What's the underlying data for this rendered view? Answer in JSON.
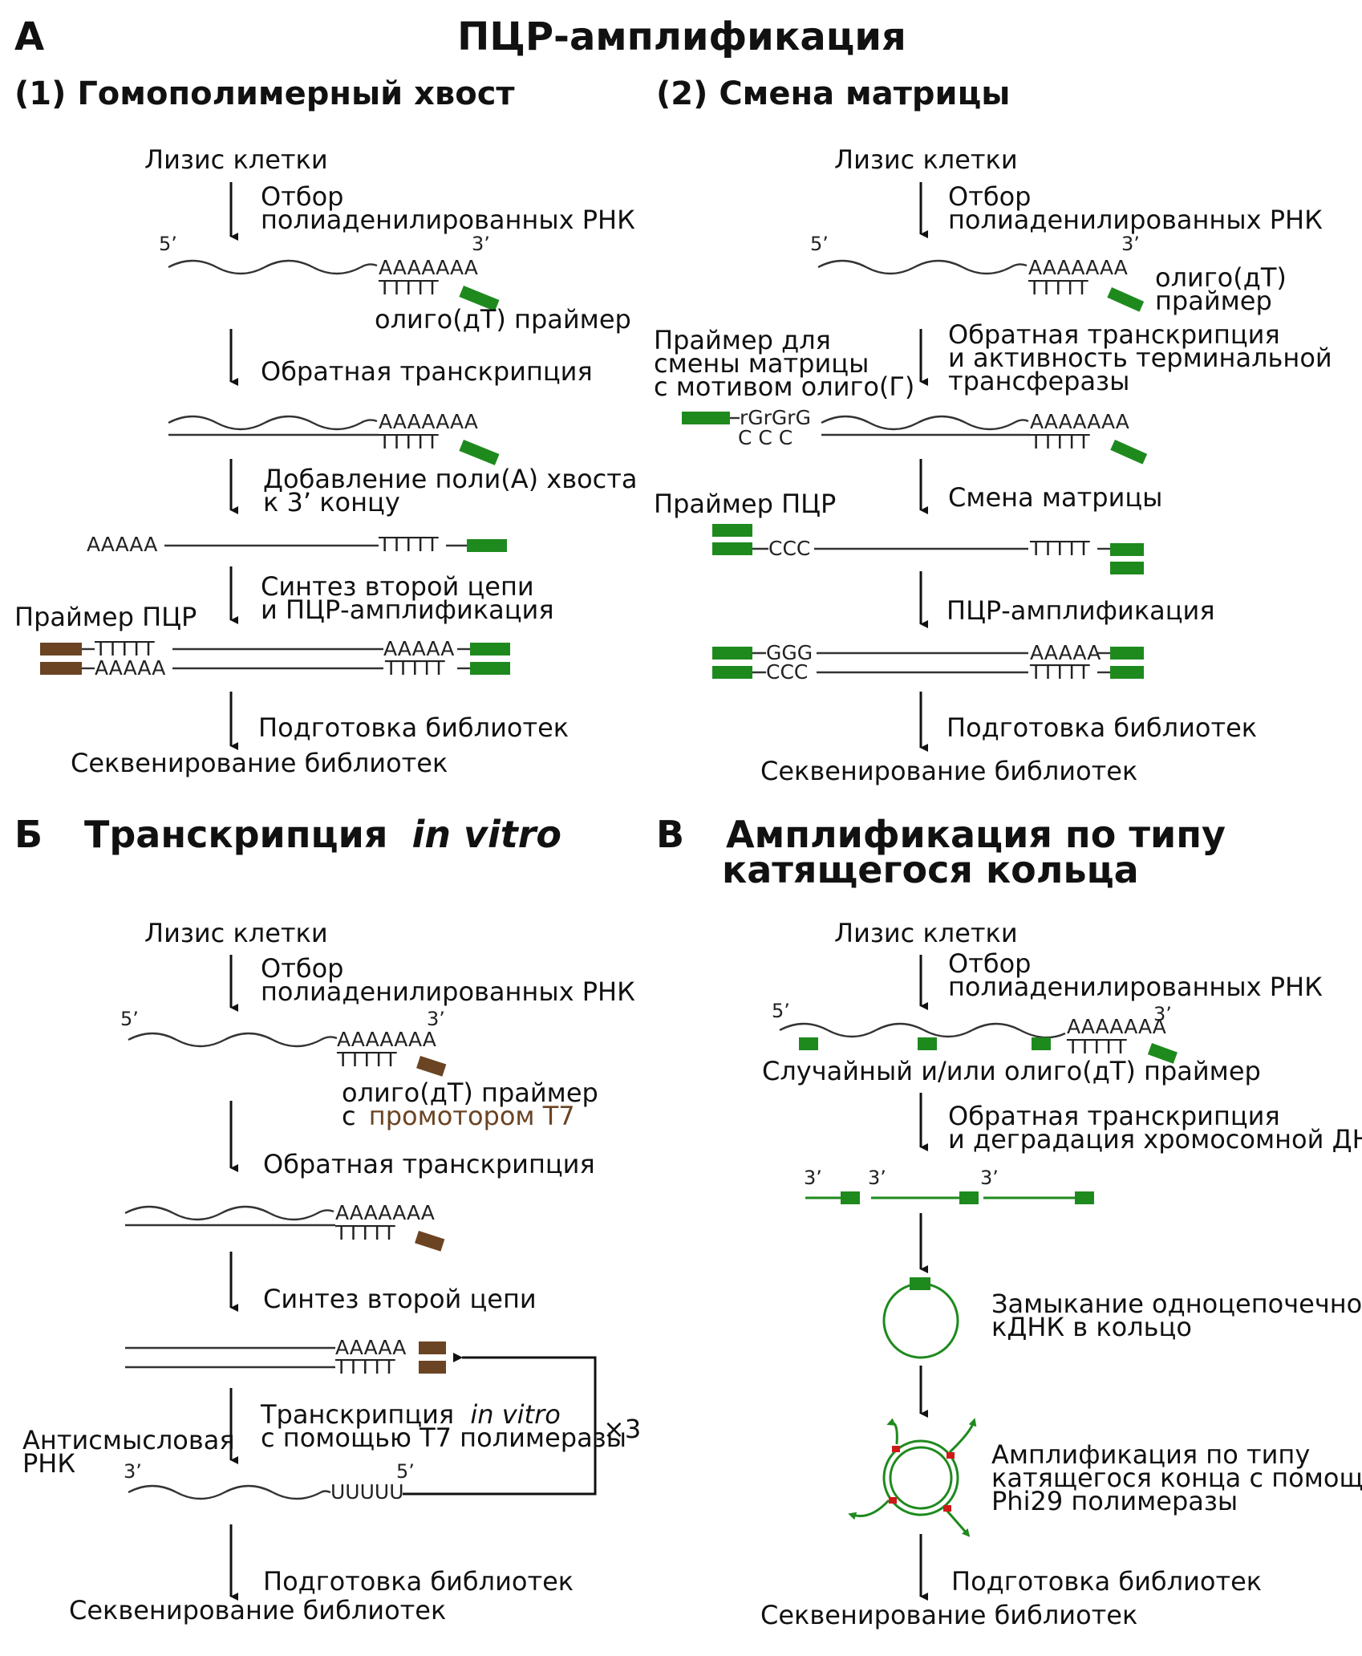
{
  "title": "ПЦР-амплификация",
  "panel_a": {
    "letter": "А",
    "sub1": {
      "heading": "(1) Гомополимерный хвост",
      "cell_lysis": "Лизис клетки",
      "step_select_1": "Отбор",
      "step_select_2": "полиаденилированных РНК",
      "oligo_dt_primer": "олиго(дТ) праймер",
      "step_rt": "Обратная транскрипция",
      "step_tail_1": "Добавление поли(А) хвоста",
      "step_tail_2": "к 3’ концу",
      "step_second_1": "Синтез второй цепи",
      "step_second_2": "и ПЦР-амплификация",
      "pcr_primer": "Праймер ПЦР",
      "library_prep": "Подготовка библиотек",
      "library_seq": "Секвенирование библиотек"
    },
    "sub2": {
      "heading": "(2) Смена матрицы",
      "cell_lysis": "Лизис клетки",
      "step_select_1": "Отбор",
      "step_select_2": "полиаденилированных РНК",
      "oligo_dt_1": "олиго(дТ)",
      "oligo_dt_2": "праймер",
      "ts_primer_1": "Праймер для",
      "ts_primer_2": "смены матрицы",
      "ts_primer_3": "с мотивом олиго(Г)",
      "step_rt_1": "Обратная транскрипция",
      "step_rt_2": "и активность терминальной",
      "step_rt_3": "трансферазы",
      "pcr_primer": "Праймер ПЦР",
      "step_switch": "Смена матрицы",
      "step_pcr": "ПЦР-амплификация",
      "library_prep": "Подготовка библиотек",
      "library_seq": "Секвенирование библиотек"
    }
  },
  "panel_b": {
    "letter": "Б",
    "heading_1": "Транскрипция",
    "heading_2": "in vitro",
    "cell_lysis": "Лизис клетки",
    "step_select_1": "Отбор",
    "step_select_2": "полиаденилированных РНК",
    "oligo_1": "олиго(дТ) праймер",
    "oligo_2a": "с",
    "oligo_2b": "промотором Т7",
    "step_rt": "Обратная транскрипция",
    "step_second": "Синтез второй цепи",
    "step_ivt_1a": "Транскрипция",
    "step_ivt_1b": "in vitro",
    "step_ivt_2": "с помощью Т7 полимеразы",
    "antisense_1": "Антисмысловая",
    "antisense_2": "РНК",
    "repeat": "×3",
    "library_prep": "Подготовка библиотек",
    "library_seq": "Секвенирование библиотек"
  },
  "panel_c": {
    "letter": "В",
    "heading_1": "Амплификация по типу",
    "heading_2": "катящегося кольца",
    "cell_lysis": "Лизис клетки",
    "step_select_1": "Отбор",
    "step_select_2": "полиаденилированных РНК",
    "random_primer": "Случайный и/или олиго(дТ) праймер",
    "step_rt_1": "Обратная транскрипция",
    "step_rt_2": "и деградация хромосомной ДНК",
    "step_circ_1": "Замыкание одноцепочечной",
    "step_circ_2": "кДНК в кольцо",
    "step_rca_1": "Амплификация по типу",
    "step_rca_2": "катящегося конца с помощью",
    "step_rca_3": "Phi29 полимеразы",
    "library_prep": "Подготовка библиотек",
    "library_seq": "Секвенирование библиотек"
  },
  "seq": {
    "five": "5’",
    "three": "3’",
    "polyA7": "AAAAAAA",
    "polyT5": "TTTTT",
    "polyA5": "AAAAA",
    "rGrGrG": "rGrGrG",
    "ccc_spaced": "C C C",
    "ccc": "CCC",
    "ggg": "GGG",
    "uuuuu": "UUUUU"
  },
  "colors": {
    "green": "#1e8a1e",
    "brown": "#6b4423",
    "red": "#d01818"
  }
}
